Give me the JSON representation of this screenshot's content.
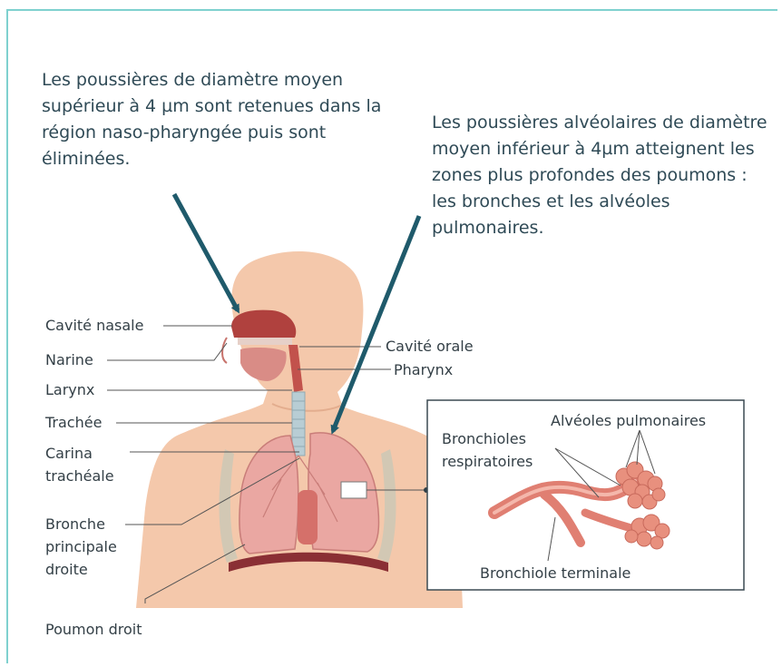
{
  "captions": {
    "upper": "Les poussières de diamètre moyen supérieur à 4 µm sont retenues dans la région naso-pharyngée puis sont éliminées.",
    "deep": "Les poussières alvéolaires de diamètre moyen inférieur à 4µm atteignent les zones plus profondes des poumons : les bronches et les alvéoles pulmonaires."
  },
  "labels": {
    "cavite_nasale": "Cavité nasale",
    "narine": "Narine",
    "larynx": "Larynx",
    "trachee": "Trachée",
    "carina": "Carina trachéale",
    "bronche": "Bronche principale droite",
    "poumon": "Poumon droit",
    "cavite_orale": "Cavité orale",
    "pharynx": "Pharynx"
  },
  "inset": {
    "alveoles": "Alvéoles pulmonaires",
    "bronchioles_resp": "Bronchioles respiratoires",
    "bronchiole_term": "Bronchiole terminale"
  },
  "colors": {
    "arrow": "#1f5a6b",
    "skin": "#f4c8ab",
    "lung": "#eaa7a2",
    "frame": "#7fd1cf"
  }
}
